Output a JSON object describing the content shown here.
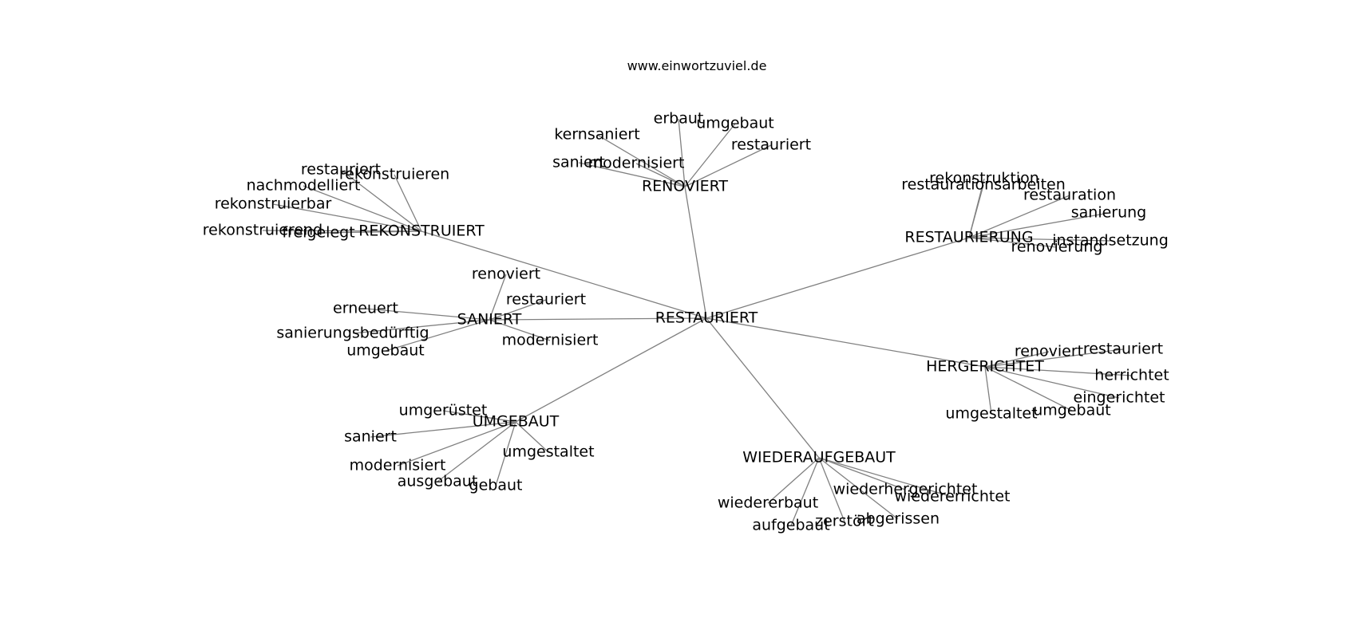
{
  "source": "www.einwortzuviel.de",
  "graph": {
    "center": "RESTAURIERT",
    "clusters": [
      {
        "label": "REKONSTRUIERT",
        "words": [
          "restauriert",
          "rekonstruieren",
          "nachmodelliert",
          "rekonstruierbar",
          "rekonstruierend",
          "freigelegt"
        ]
      },
      {
        "label": "RENOVIERT",
        "words": [
          "erbaut",
          "umgebaut",
          "kernsaniert",
          "restauriert",
          "saniert",
          "modernisiert"
        ]
      },
      {
        "label": "RESTAURIERUNG",
        "words": [
          "rekonstruktion",
          "restaurationsarbeiten",
          "restauration",
          "sanierung",
          "instandsetzung",
          "renovierung"
        ]
      },
      {
        "label": "SANIERT",
        "words": [
          "renoviert",
          "restauriert",
          "erneuert",
          "sanierungsbedürftig",
          "modernisiert",
          "umgebaut"
        ]
      },
      {
        "label": "HERGERICHTET",
        "words": [
          "renoviert",
          "restauriert",
          "herrichtet",
          "eingerichtet",
          "umgebaut",
          "umgestaltet"
        ]
      },
      {
        "label": "UMGEBAUT",
        "words": [
          "umgerüstet",
          "saniert",
          "umgestaltet",
          "modernisiert",
          "ausgebaut",
          "gebaut"
        ]
      },
      {
        "label": "WIEDERAUFGEBAUT",
        "words": [
          "wiederhergerichtet",
          "wiedererrichtet",
          "wiedererbaut",
          "zerstört",
          "abgerissen",
          "aufgebaut"
        ]
      }
    ]
  }
}
